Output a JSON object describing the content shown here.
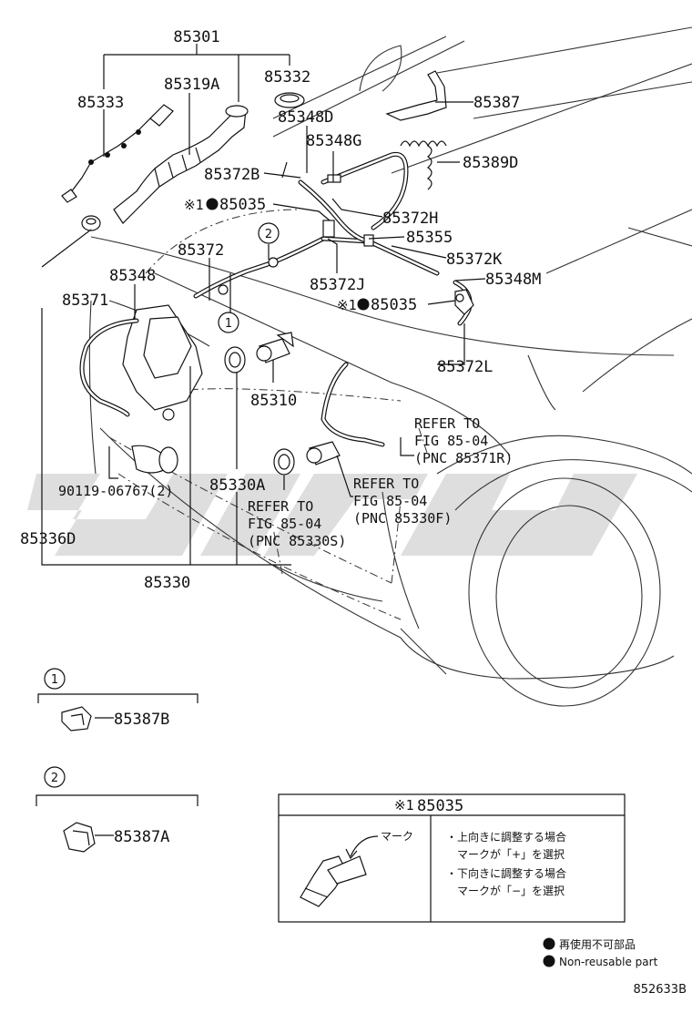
{
  "labels": {
    "p85301": "85301",
    "p85333": "85333",
    "p85319A": "85319A",
    "p85332": "85332",
    "p85387": "85387",
    "p85348D": "85348D",
    "p85348G": "85348G",
    "p85389D": "85389D",
    "p85372B": "85372B",
    "p85035_top": "85035",
    "p85372H": "85372H",
    "p85355": "85355",
    "p85372": "85372",
    "p85372K": "85372K",
    "p85348": "85348",
    "p85372J": "85372J",
    "p85348M": "85348M",
    "p85371": "85371",
    "p85035_mid": "85035",
    "p85372L": "85372L",
    "p85310": "85310",
    "p90119": "90119-06767(2)",
    "p85330A": "85330A",
    "p85336D": "85336D",
    "p85330": "85330",
    "p85387B": "85387B",
    "p85387A": "85387A",
    "ref_mark": "※1",
    "circle1": "1",
    "circle2": "2"
  },
  "refers": {
    "r1": [
      "REFER TO",
      "FIG 85-04",
      "(PNC 85371R)"
    ],
    "r2": [
      "REFER TO",
      "FIG 85-04",
      "(PNC 85330F)"
    ],
    "r3": [
      "REFER TO",
      "FIG 85-04",
      "(PNC 85330S)"
    ]
  },
  "note_box": {
    "title_mark": "※1",
    "title_part": "85035",
    "mark_label": "マーク",
    "lines": [
      "・上向きに調整する場合",
      "　マークが「+」を選択",
      "・下向きに調整する場合",
      "　マークが「−」を選択"
    ]
  },
  "legend": {
    "line1": "再使用不可部品",
    "line2": "Non-reusable part"
  },
  "figure_code": "852633B"
}
